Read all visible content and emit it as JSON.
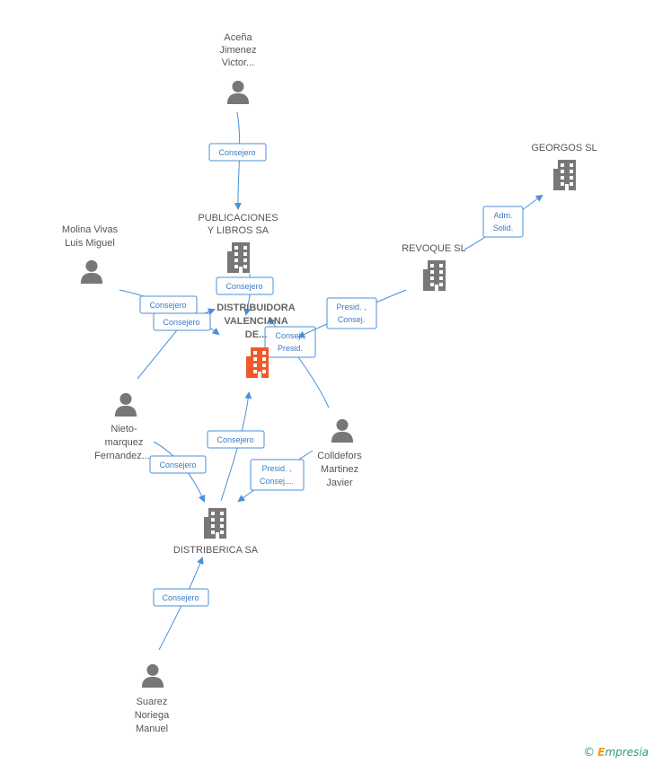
{
  "nodes": {
    "acena": {
      "label": [
        "Aceña",
        "Jimenez",
        "Victor..."
      ],
      "kind": "person"
    },
    "publicaciones": {
      "label": [
        "PUBLICACIONES",
        "Y LIBROS SA"
      ],
      "kind": "company"
    },
    "molina": {
      "label": [
        "Molina Vivas",
        "Luis Miguel"
      ],
      "kind": "person"
    },
    "distribuidora": {
      "label": [
        "DISTRIBUIDORA",
        "VALENCIANA",
        "DE..."
      ],
      "kind": "company-main"
    },
    "georgos": {
      "label": [
        "GEORGOS SL"
      ],
      "kind": "company"
    },
    "revoque": {
      "label": [
        "REVOQUE SL"
      ],
      "kind": "company"
    },
    "nieto": {
      "label": [
        "Nieto-",
        "marquez",
        "Fernandez..."
      ],
      "kind": "person"
    },
    "colldefors": {
      "label": [
        "Colldefors",
        "Martinez",
        "Javier"
      ],
      "kind": "person"
    },
    "distriberica": {
      "label": [
        "DISTRIBERICA SA"
      ],
      "kind": "company"
    },
    "suarez": {
      "label": [
        "Suarez",
        "Noriega",
        "Manuel"
      ],
      "kind": "person"
    }
  },
  "edges": [
    {
      "id": "acena-publicaciones",
      "label": [
        "Consejero"
      ]
    },
    {
      "id": "publicaciones-distribuidora",
      "label": [
        "Consejero"
      ]
    },
    {
      "id": "molina-distribuidora",
      "label": [
        "Consejero"
      ]
    },
    {
      "id": "nieto-distribuidora",
      "label": [
        "Consejero"
      ]
    },
    {
      "id": "colldefors-distribuidora",
      "label": [
        "Consej.,",
        "Presid."
      ]
    },
    {
      "id": "revoque-distribuidora",
      "label": [
        "Presid. ,",
        "Consej."
      ]
    },
    {
      "id": "revoque-georgos",
      "label": [
        "Adm.",
        "Solid."
      ]
    },
    {
      "id": "distriberica-distribuidora",
      "label": [
        "Consejero"
      ]
    },
    {
      "id": "nieto-distriberica",
      "label": [
        "Consejero"
      ]
    },
    {
      "id": "colldefors-distriberica",
      "label": [
        "Presid. ,",
        "Consej...."
      ]
    },
    {
      "id": "suarez-distriberica",
      "label": [
        "Consejero"
      ]
    }
  ],
  "colors": {
    "accent": "#4a90d9",
    "icon": "#777777",
    "main": "#f0592a"
  },
  "brand": {
    "copyright": "©",
    "e": "E",
    "rest": "mpresia"
  }
}
